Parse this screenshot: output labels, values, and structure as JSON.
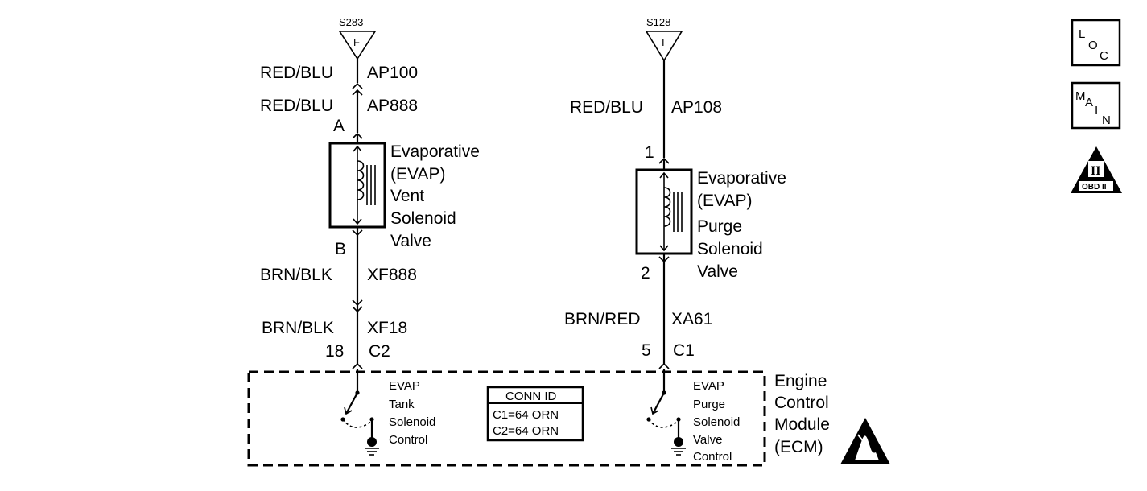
{
  "splices": [
    {
      "id": "S283",
      "letter": "F"
    },
    {
      "id": "S128",
      "letter": "I"
    }
  ],
  "left_circuit": {
    "wires": [
      {
        "color": "RED/BLU",
        "circuit": "AP100"
      },
      {
        "color": "RED/BLU",
        "circuit": "AP888"
      },
      {
        "color": "BRN/BLK",
        "circuit": "XF888"
      },
      {
        "color": "BRN/BLK",
        "circuit": "XF18"
      }
    ],
    "pin_top": "A",
    "pin_bottom": "B",
    "ecm_pin": "18",
    "ecm_connector": "C2",
    "component": [
      "Evaporative",
      "(EVAP)",
      "Vent",
      "Solenoid",
      "Valve"
    ],
    "ecm_driver": [
      "EVAP",
      "Tank",
      "Solenoid",
      "Control"
    ]
  },
  "right_circuit": {
    "wires": [
      {
        "color": "RED/BLU",
        "circuit": "AP108"
      },
      {
        "color": "BRN/RED",
        "circuit": "XA61"
      }
    ],
    "pin_top": "1",
    "pin_bottom": "2",
    "ecm_pin": "5",
    "ecm_connector": "C1",
    "component": [
      "Evaporative",
      "(EVAP)",
      "Purge",
      "Solenoid",
      "Valve"
    ],
    "ecm_driver": [
      "EVAP",
      "Purge",
      "Solenoid",
      "Valve",
      "Control"
    ]
  },
  "conn_id": {
    "title": "CONN ID",
    "rows": [
      "C1=64 ORN",
      "C2=64 ORN"
    ]
  },
  "ecm": [
    "Engine",
    "Control",
    "Module",
    "(ECM)"
  ],
  "icons": {
    "loc": [
      "L",
      "O",
      "C"
    ],
    "main": [
      "M",
      "A",
      "I",
      "N"
    ],
    "obd_numeral": "II",
    "obd_label": "OBD II",
    "esd": "esd-warning-icon"
  }
}
